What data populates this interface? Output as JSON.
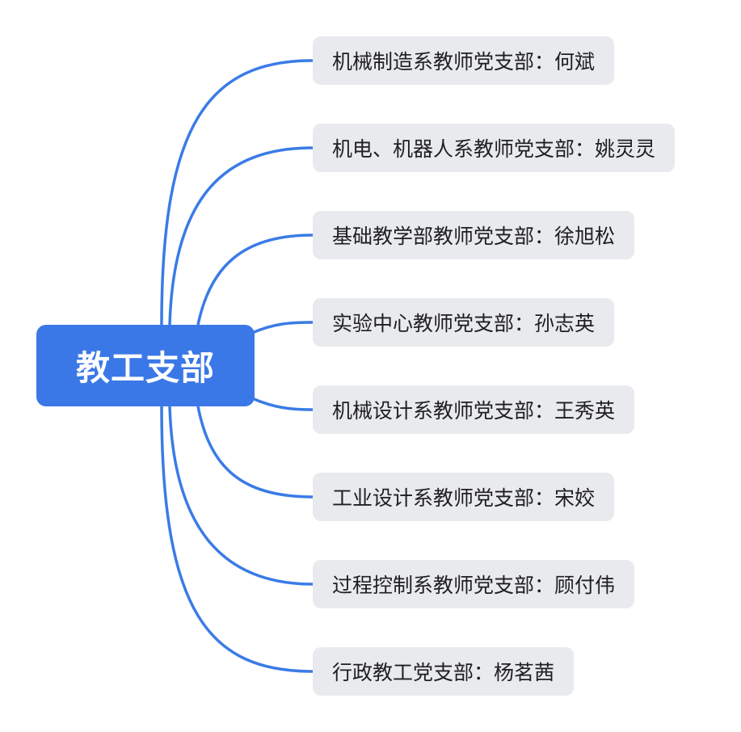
{
  "root": {
    "label": "教工支部",
    "color": "#3b78e7"
  },
  "link_color": "#3a7be6",
  "branches": [
    {
      "label": "机械制造系教师党支部：何斌"
    },
    {
      "label": "机电、机器人系教师党支部：姚灵灵"
    },
    {
      "label": "基础教学部教师党支部：徐旭松"
    },
    {
      "label": "实验中心教师党支部：孙志英"
    },
    {
      "label": "机械设计系教师党支部：王秀英"
    },
    {
      "label": "工业设计系教师党支部：宋姣"
    },
    {
      "label": "过程控制系教师党支部：顾付伟"
    },
    {
      "label": "行政教工党支部：杨茗茜"
    }
  ]
}
